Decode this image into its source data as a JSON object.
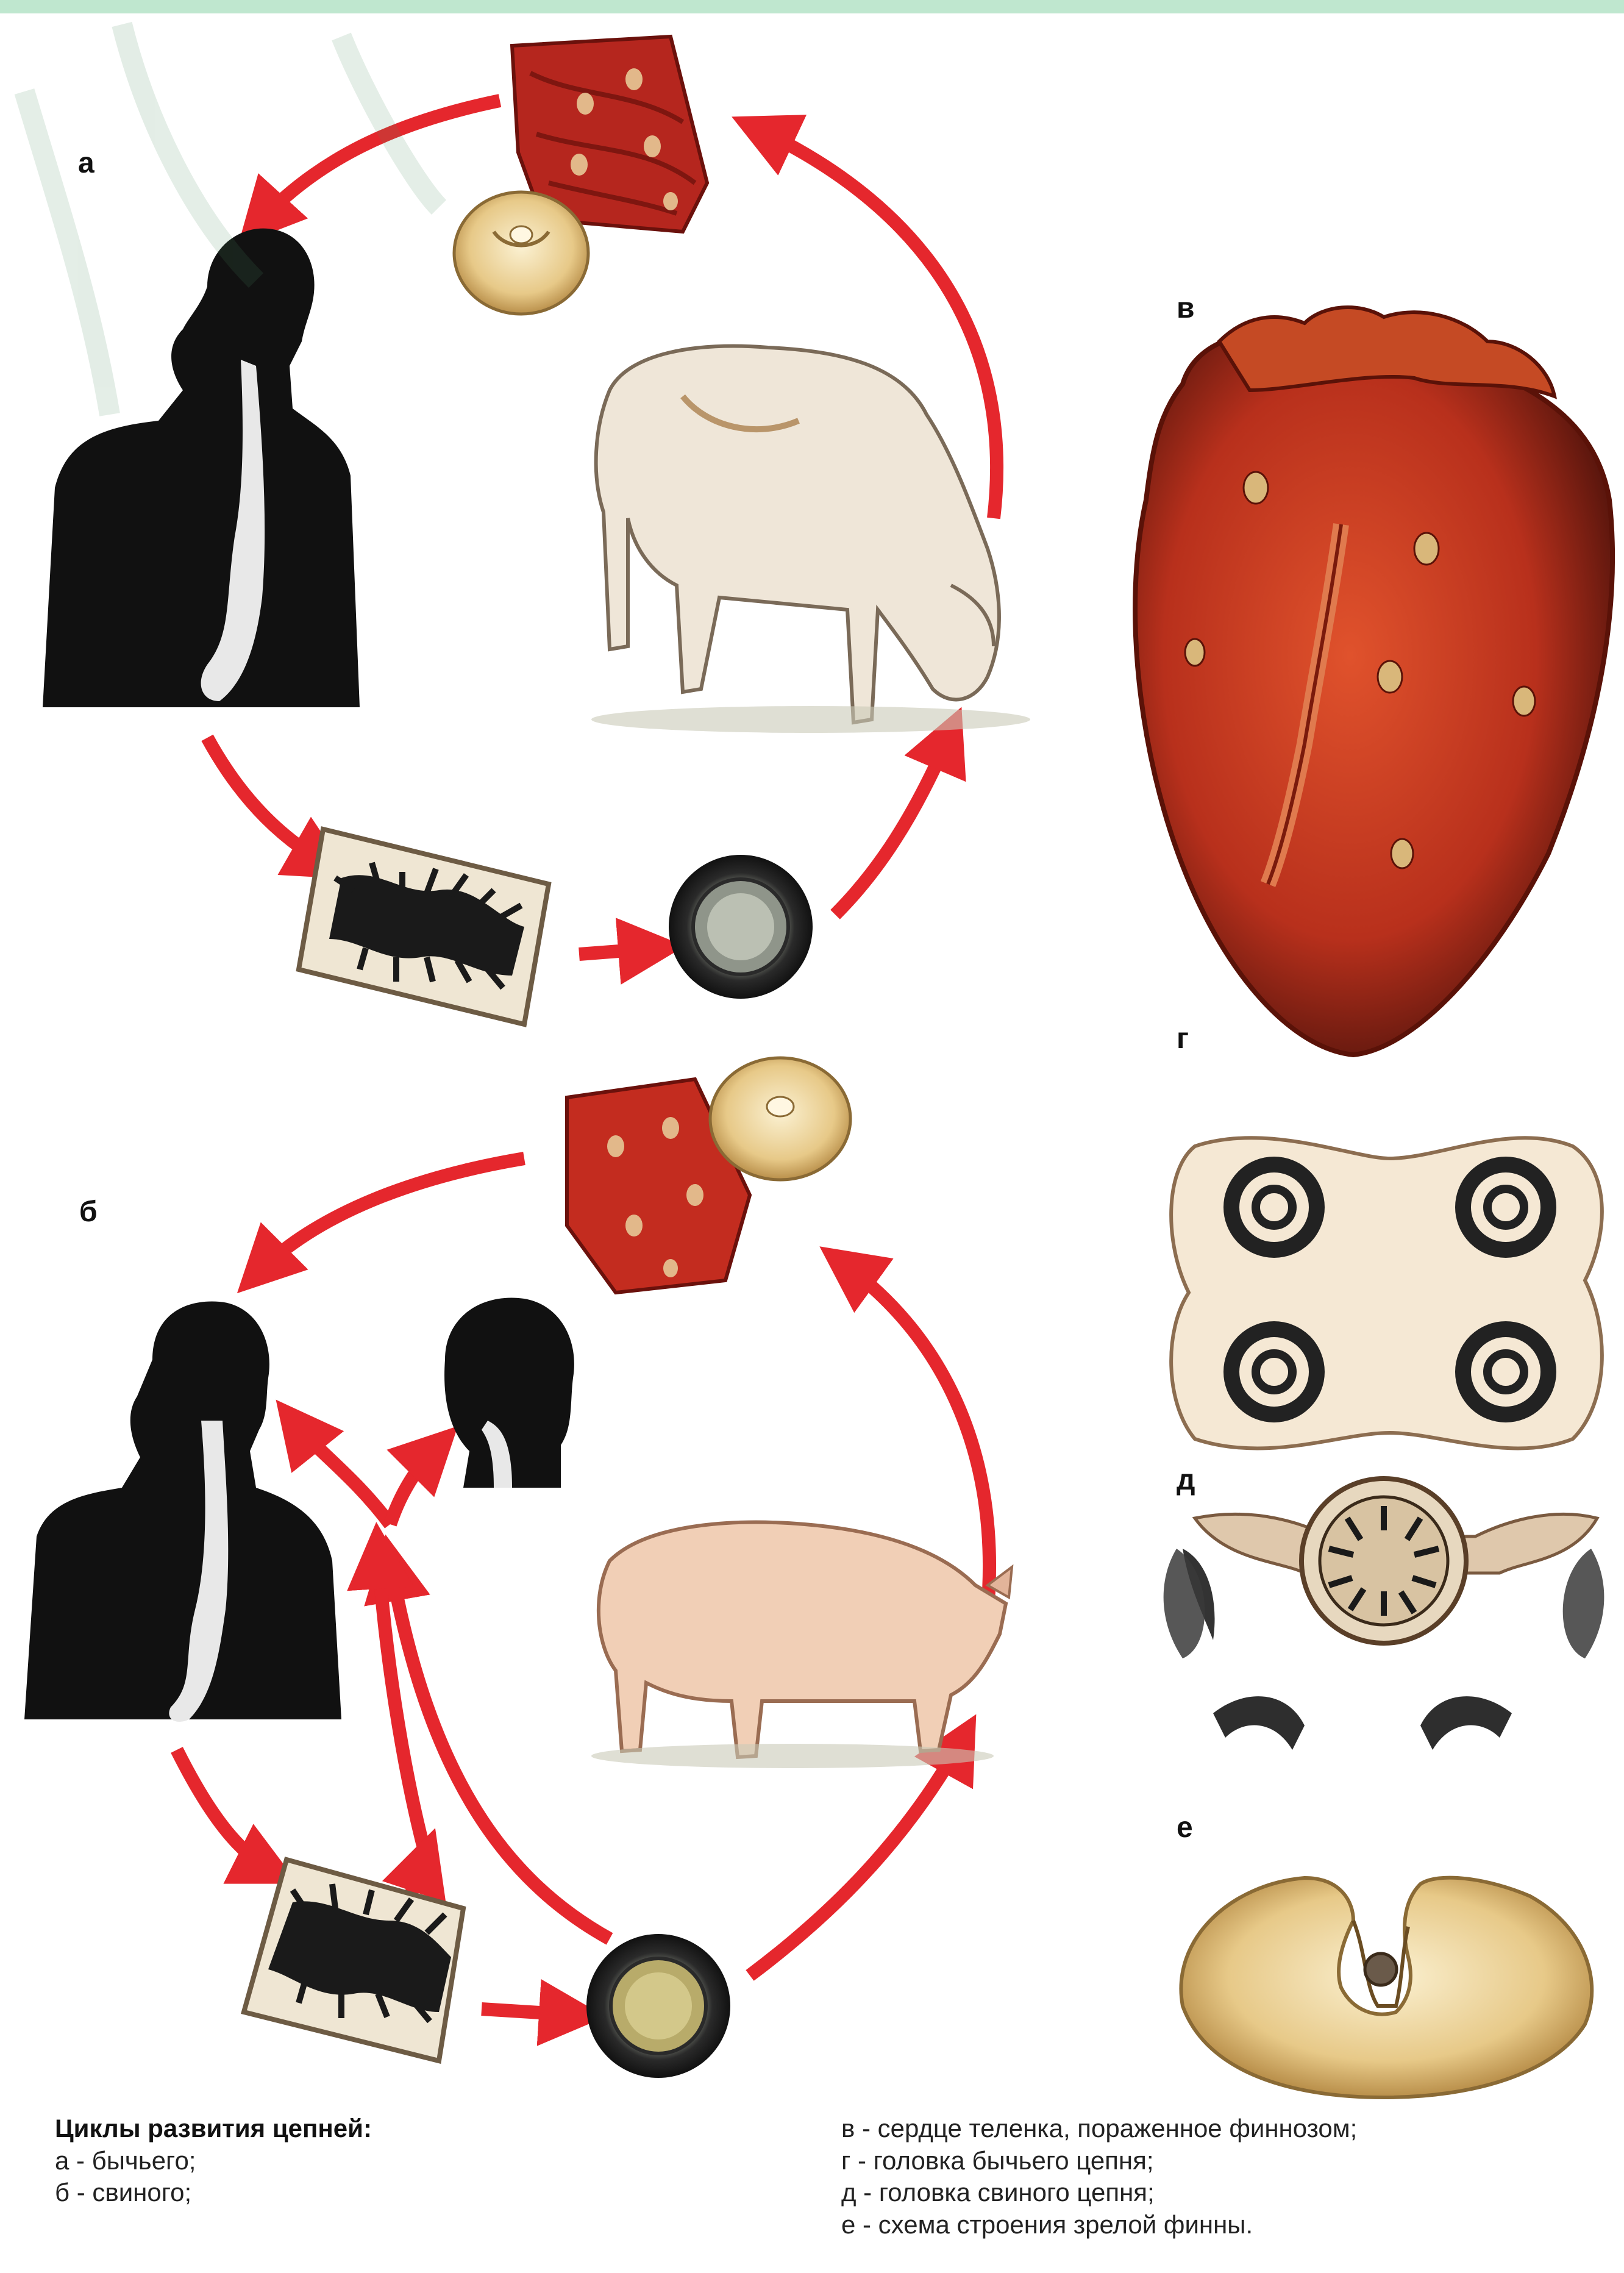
{
  "panels": {
    "a": "а",
    "b": "б",
    "v": "в",
    "g": "г",
    "d": "д",
    "e": "е"
  },
  "caption": {
    "title": "Циклы развития цепней:",
    "left": [
      "а - бычьего;",
      "б - свиного;"
    ],
    "right": [
      "в - сердце теленка, пораженное финнозом;",
      "г - головка бычьего цепня;",
      "д - головка свиного цепня;",
      "е - схема строения зрелой финны."
    ]
  },
  "colors": {
    "arrow": "#e5272d",
    "silhouette": "#111111",
    "meat": "#b5261e",
    "heart": "#c0341e",
    "cyst": "#e9d39c"
  },
  "icons": {
    "man": "human-silhouette-icon",
    "cow": "cow-icon",
    "pig": "pig-icon",
    "egg": "tapeworm-egg-icon",
    "segment": "tapeworm-segment-icon",
    "meat": "infected-meat-icon",
    "cyst": "finna-cyst-icon",
    "heart": "infected-heart-icon"
  }
}
